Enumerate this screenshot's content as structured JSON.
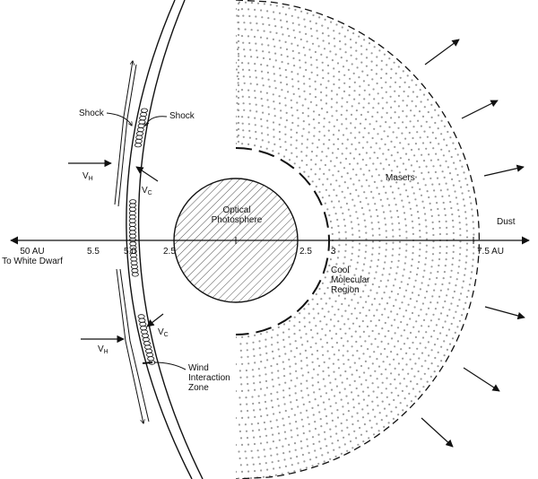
{
  "labels": {
    "optical_line1": "Optical",
    "optical_line2": "Photosphere",
    "masers": "Masers",
    "dust": "Dust",
    "cool_line1": "Cool",
    "cool_line2": "Molecular",
    "cool_line3": "Region",
    "shock_left": "Shock",
    "shock_right": "Shock",
    "vh_upper": "V",
    "vh_upper_sub": "H",
    "vc_upper": "V",
    "vc_upper_sub": "C",
    "vh_lower": "V",
    "vh_lower_sub": "H",
    "vc_lower": "V",
    "vc_lower_sub": "C",
    "wind_line1": "Wind",
    "wind_line2": "Interaction",
    "wind_line3": "Zone",
    "left_line1": "50 AU",
    "left_line2": "To White Dwarf"
  },
  "axis_ticks": {
    "left_5_5": "5.5",
    "left_5_0": "5.0",
    "left_2_5": "2.5",
    "right_2_5": "2.5",
    "right_3": "3",
    "right_7_5": "7.5 AU"
  }
}
